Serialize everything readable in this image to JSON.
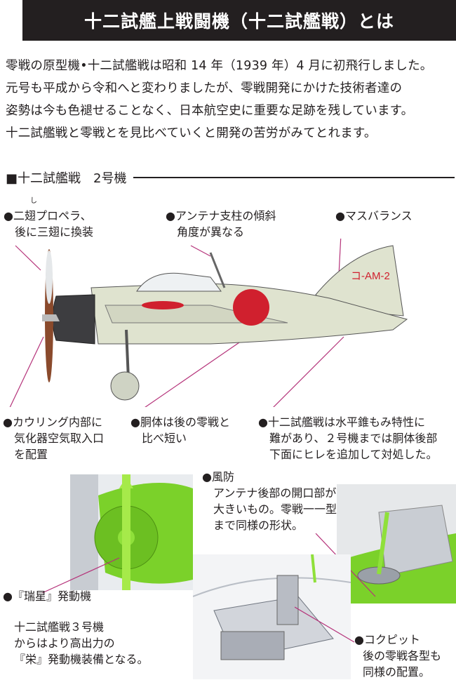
{
  "title": "十二試艦上戦闘機（十二試艦戦）とは",
  "intro": [
    "零戦の原型機•十二試艦戦は昭和 14 年（1939 年）4 月に初飛行しました。",
    "元号も平成から令和へと変わりましたが、零戦開発にかけた技術者達の",
    "姿勢は今も色褪せることなく、日本航空史に重要な足跡を残しています。",
    "十二試艦戦と零戦とを見比べていくと開発の苦労がみてとれます。"
  ],
  "section": {
    "label": "■十二試艦戦　2号機"
  },
  "plane": {
    "marking": "コ-AM-2",
    "colors": {
      "body": "#dfe3cf",
      "hinomaru": "#d0202e",
      "cowling": "#3d3d40",
      "prop": "#8a4a2c"
    }
  },
  "callouts": {
    "propeller": {
      "ruby": "し",
      "lines": [
        "●二翅プロペラ、",
        "後に三翅に換装"
      ]
    },
    "antenna": {
      "lines": [
        "●アンテナ支柱の傾斜",
        "角度が異なる"
      ]
    },
    "mass_balance": {
      "lines": [
        "●マスバランス"
      ]
    },
    "cowling": {
      "lines": [
        "●カウリング内部に",
        "気化器空気取入口",
        "を配置"
      ]
    },
    "fuselage": {
      "lines": [
        "●胴体は後の零戦と",
        "比べ短い"
      ]
    },
    "fin": {
      "lines": [
        "●十二試艦戦は水平錐もみ特性に",
        "難があり、２号機までは胴体後部",
        "下面にヒレを追加して対処した。"
      ]
    },
    "windshield": {
      "lines": [
        "●風防",
        "アンテナ後部の開口部が",
        "大きいもの。零戦一一型",
        "まで同様の形状。"
      ]
    },
    "engine": {
      "lines": [
        "●『瑞星』発動機"
      ]
    },
    "engine_note": {
      "lines": [
        "十二試艦戦３号機",
        "からはより高出力の",
        "『栄』発動機装備となる。"
      ]
    },
    "cockpit": {
      "lines": [
        "●コクピット",
        "後の零戦各型も",
        "同様の配置。"
      ]
    }
  },
  "accent_line_color": "#b5337a"
}
